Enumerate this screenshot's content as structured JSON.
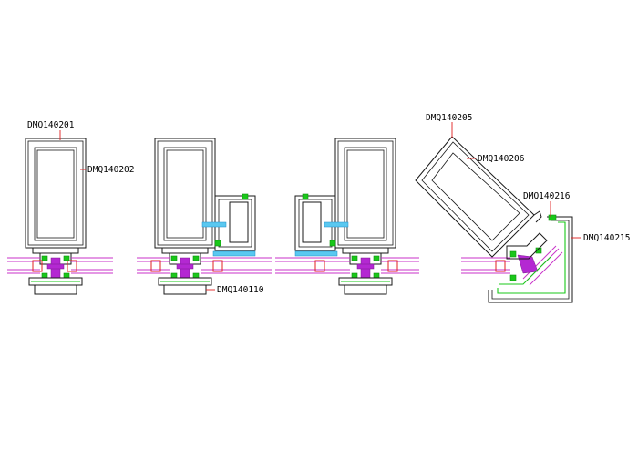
{
  "labels": {
    "dmq140201": "DMQ140201",
    "dmq140202": "DMQ140202",
    "dmq140110": "DMQ140110",
    "dmq140205": "DMQ140205",
    "dmq140206": "DMQ140206",
    "dmq140216": "DMQ140216",
    "dmq140215": "DMQ140215"
  },
  "colors": {
    "outline": "#1a1a1a",
    "gasket": "#19c819",
    "glazing_bar": "#c832c8",
    "leader": "#e02020",
    "insert": "#28b4e6"
  }
}
